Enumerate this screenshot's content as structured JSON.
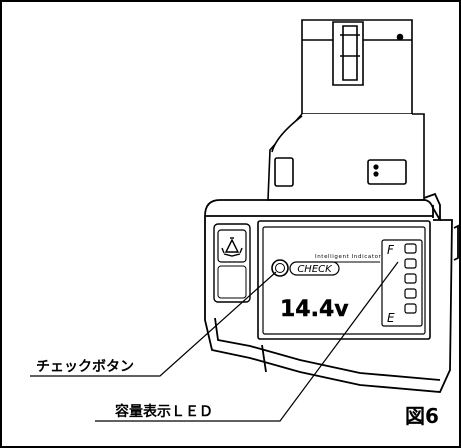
{
  "figure": {
    "label": "図6"
  },
  "callouts": {
    "check_button": "チェックボタン",
    "capacity_led": "容量表示ＬＥＤ"
  },
  "panel": {
    "indicator_caption": "Intelligent Indicator",
    "check_label": "CHECK",
    "voltage": "14.4v",
    "full_mark": "F",
    "empty_mark": "E"
  },
  "icons": {
    "recycle": "recycle-icon"
  },
  "colors": {
    "line": "#000000",
    "background": "#ffffff"
  }
}
